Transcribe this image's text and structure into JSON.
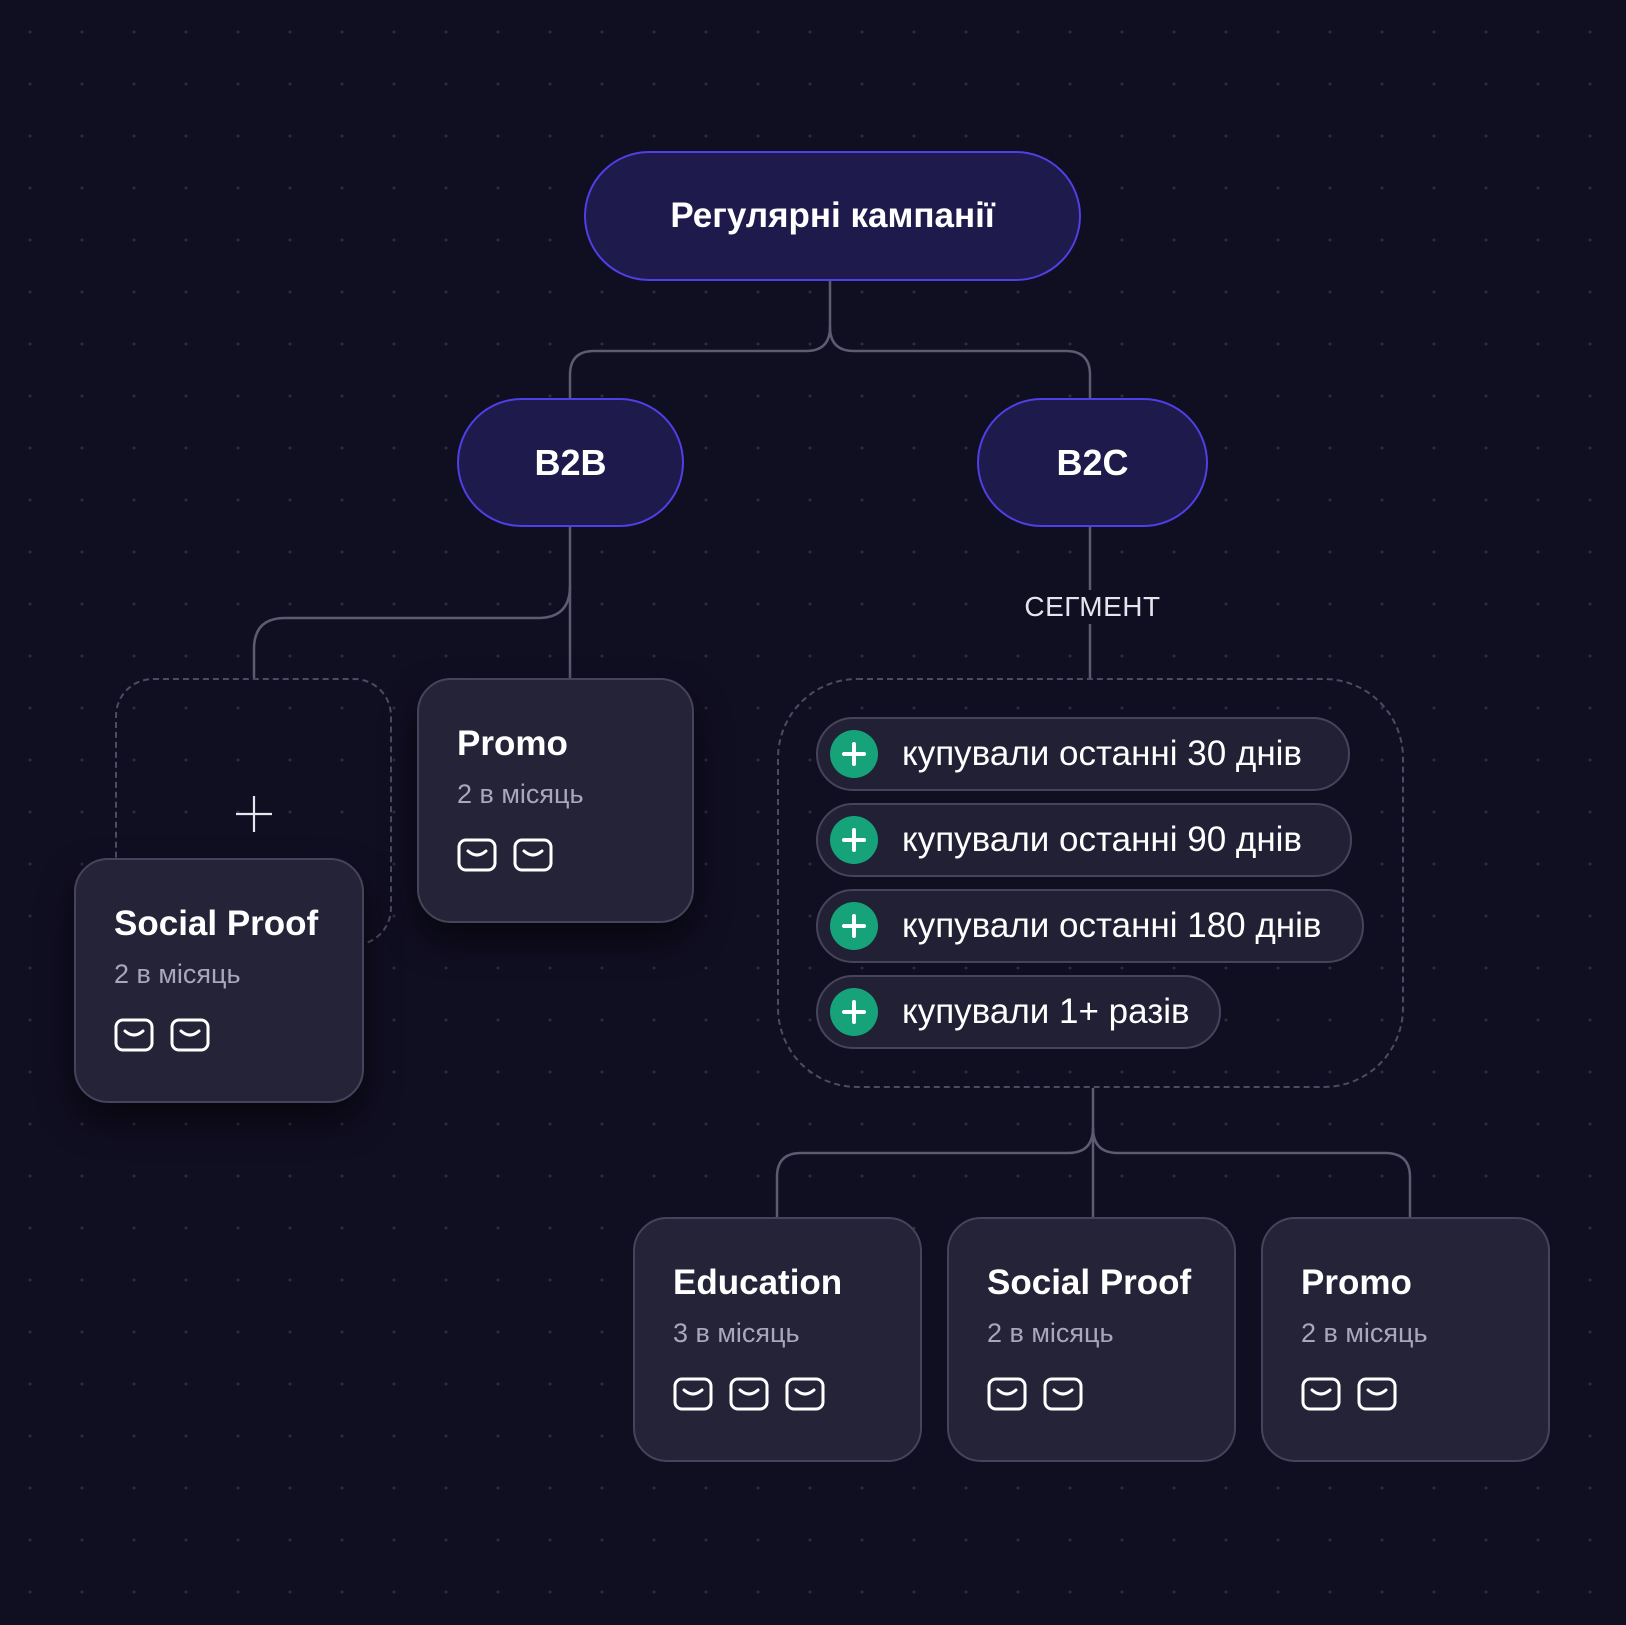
{
  "root": {
    "label": "Регулярні кампанії"
  },
  "branches": {
    "b2b": {
      "label": "B2B"
    },
    "b2c": {
      "label": "B2C"
    }
  },
  "segment_label": "СЕГМЕНТ",
  "segments": [
    {
      "label": "купували останні 30 днів"
    },
    {
      "label": "купували останні 90 днів"
    },
    {
      "label": "купували останні 180 днів"
    },
    {
      "label": "купували 1+ разів"
    }
  ],
  "b2b_cards": [
    {
      "title": "Promo",
      "frequency": "2 в місяць",
      "emails": 2
    },
    {
      "title": "Social Proof",
      "frequency": "2 в місяць",
      "emails": 2
    }
  ],
  "b2c_cards": [
    {
      "title": "Education",
      "frequency": "3 в місяць",
      "emails": 3
    },
    {
      "title": "Social Proof",
      "frequency": "2 в місяць",
      "emails": 2
    },
    {
      "title": "Promo",
      "frequency": "2 в місяць",
      "emails": 2
    }
  ],
  "icons": {
    "email": "envelope-icon",
    "add": "plus-icon",
    "segment_add": "plus-circle-icon"
  },
  "colors": {
    "background": "#100e21",
    "pill_fill": "#1e1a4b",
    "pill_border": "#4f3fe6",
    "card_fill": "#252338",
    "card_border": "#46445a",
    "connector": "#5d5b70",
    "accent_green": "#16a37a",
    "subtext": "#a9a7b8"
  }
}
